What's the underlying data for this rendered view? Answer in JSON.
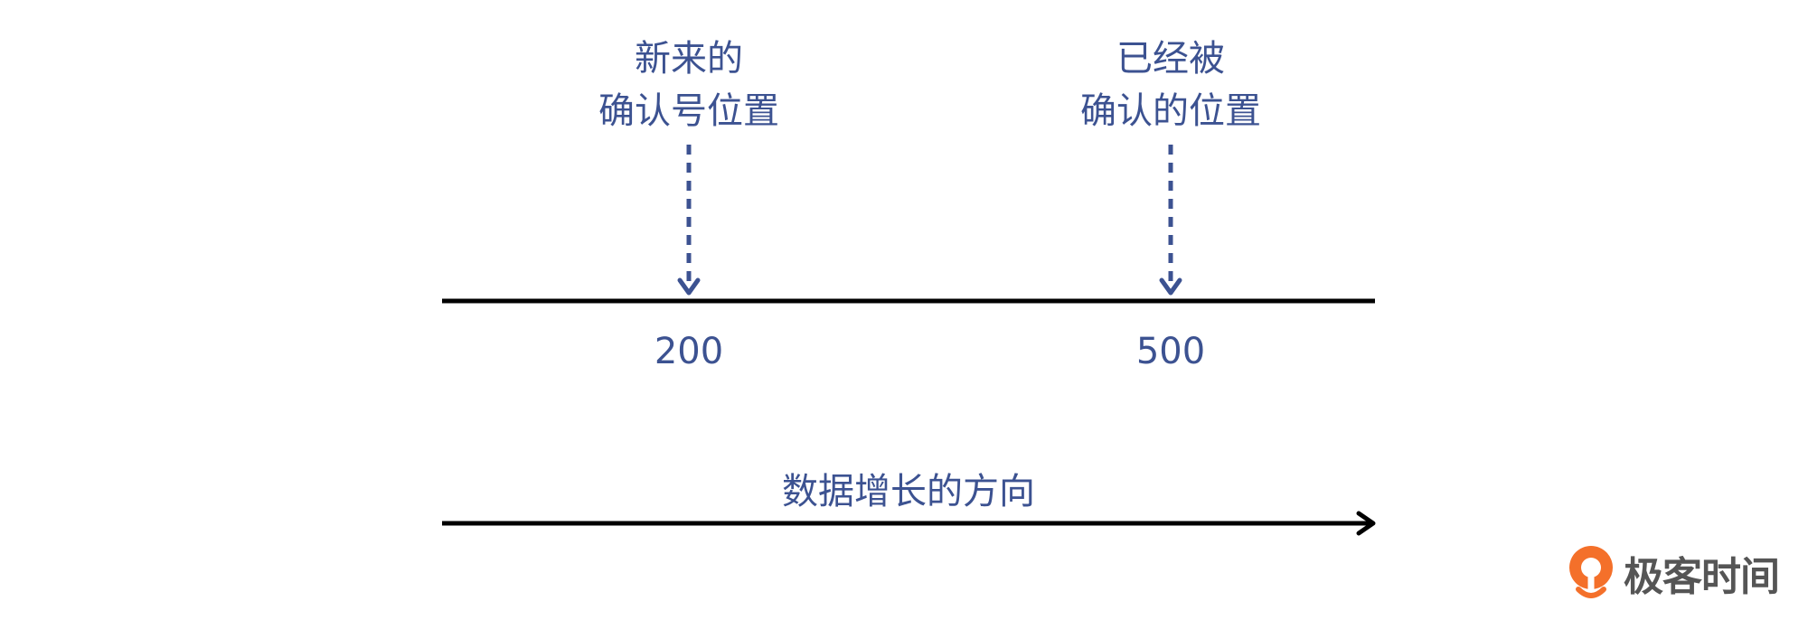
{
  "markers": [
    {
      "label_line1": "新来的",
      "label_line2": "确认号位置",
      "value": "200"
    },
    {
      "label_line1": "已经被",
      "label_line2": "确认的位置",
      "value": "500"
    }
  ],
  "direction_label": "数据增长的方向",
  "logo": {
    "text": "极客时间",
    "icon": "geektime-logo-icon"
  },
  "colors": {
    "accent": "#3c5291",
    "line": "#000000",
    "logo_orange": "#f4702a",
    "logo_text": "#555555"
  }
}
